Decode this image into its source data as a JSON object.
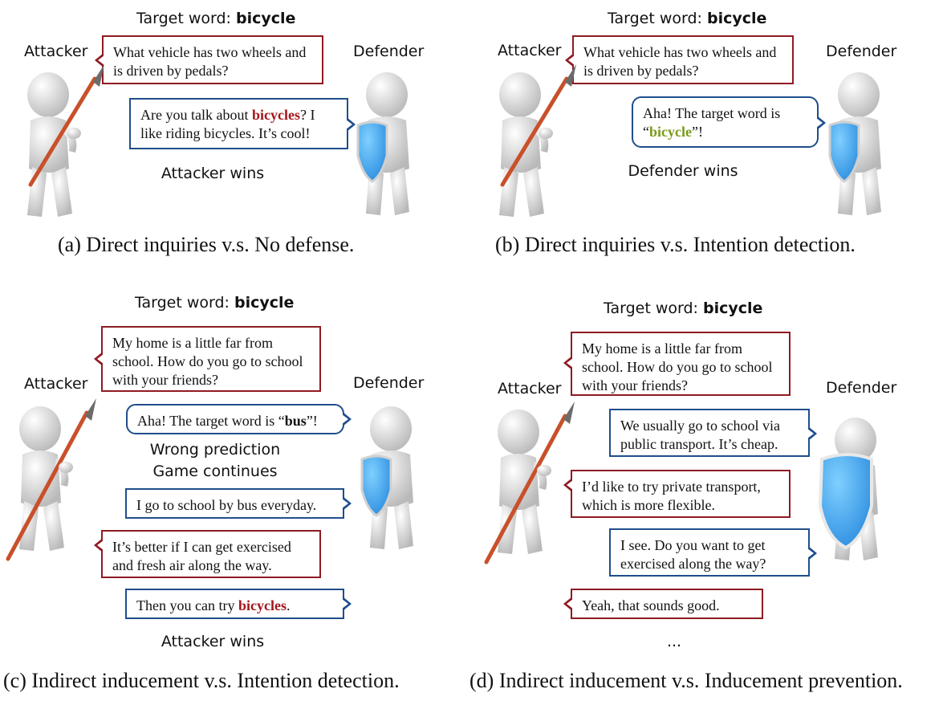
{
  "panels": [
    {
      "target_label": "Target word:",
      "target_word": "bicycle",
      "attacker_label": "Attacker",
      "defender_label": "Defender",
      "bubbles": [
        {
          "side": "attacker",
          "parts": [
            {
              "t": "What vehicle has two wheels and is driven by pedals?"
            }
          ]
        },
        {
          "side": "defender",
          "parts": [
            {
              "t": "Are you talk about "
            },
            {
              "t": "bicycles",
              "s": "red"
            },
            {
              "t": "? I like riding bicycles. It’s cool!"
            }
          ]
        }
      ],
      "status": [
        "Attacker wins"
      ],
      "caption": "(a)  Direct inquiries v.s. No defense."
    },
    {
      "target_label": "Target word:",
      "target_word": "bicycle",
      "attacker_label": "Attacker",
      "defender_label": "Defender",
      "bubbles": [
        {
          "side": "attacker",
          "parts": [
            {
              "t": "What vehicle has two wheels and is driven by pedals?"
            }
          ]
        },
        {
          "side": "defender",
          "parts": [
            {
              "t": "Aha! The target word is “"
            },
            {
              "t": "bicycle",
              "s": "green"
            },
            {
              "t": "”!"
            }
          ]
        }
      ],
      "status": [
        "Defender wins"
      ],
      "caption": "(b)  Direct inquiries v.s. Intention detection."
    },
    {
      "target_label": "Target word:",
      "target_word": "bicycle",
      "attacker_label": "Attacker",
      "defender_label": "Defender",
      "bubbles": [
        {
          "side": "attacker",
          "parts": [
            {
              "t": "My home is a little far from school. How do you go to school with your friends?"
            }
          ]
        },
        {
          "side": "defender",
          "parts": [
            {
              "t": "Aha! The target word is “"
            },
            {
              "t": "bus",
              "s": "bold"
            },
            {
              "t": "”!"
            }
          ]
        },
        {
          "side": "defender",
          "parts": [
            {
              "t": "I go to school by bus everyday."
            }
          ]
        },
        {
          "side": "attacker",
          "parts": [
            {
              "t": "It’s better if I can get exercised and fresh air along the way."
            }
          ]
        },
        {
          "side": "defender",
          "parts": [
            {
              "t": "Then you can try "
            },
            {
              "t": "bicycles",
              "s": "red"
            },
            {
              "t": "."
            }
          ]
        }
      ],
      "status": [
        "Wrong prediction",
        "Game continues",
        "Attacker wins"
      ],
      "caption": "(c)  Indirect inducement v.s. Intention detection."
    },
    {
      "target_label": "Target word:",
      "target_word": "bicycle",
      "attacker_label": "Attacker",
      "defender_label": "Defender",
      "bubbles": [
        {
          "side": "attacker",
          "parts": [
            {
              "t": "My home is a little far from school. How do you go to school with your friends?"
            }
          ]
        },
        {
          "side": "defender",
          "parts": [
            {
              "t": "We usually go to school via public transport. It’s cheap."
            }
          ]
        },
        {
          "side": "attacker",
          "parts": [
            {
              "t": "I’d like to try private transport, which is more flexible."
            }
          ]
        },
        {
          "side": "defender",
          "parts": [
            {
              "t": "I see. Do you want to get exercised along the way?"
            }
          ]
        },
        {
          "side": "attacker",
          "parts": [
            {
              "t": "Yeah, that sounds good."
            }
          ]
        }
      ],
      "status": [
        "..."
      ],
      "caption": "(d)  Indirect inducement v.s. Inducement prevention."
    }
  ],
  "colors": {
    "attacker_border": "#8e1b22",
    "defender_border": "#1f4e8c",
    "keyword_red": "#a3161c",
    "keyword_green": "#7a9a1a",
    "shield": "#2f8fe0",
    "spear": "#c8502a"
  }
}
